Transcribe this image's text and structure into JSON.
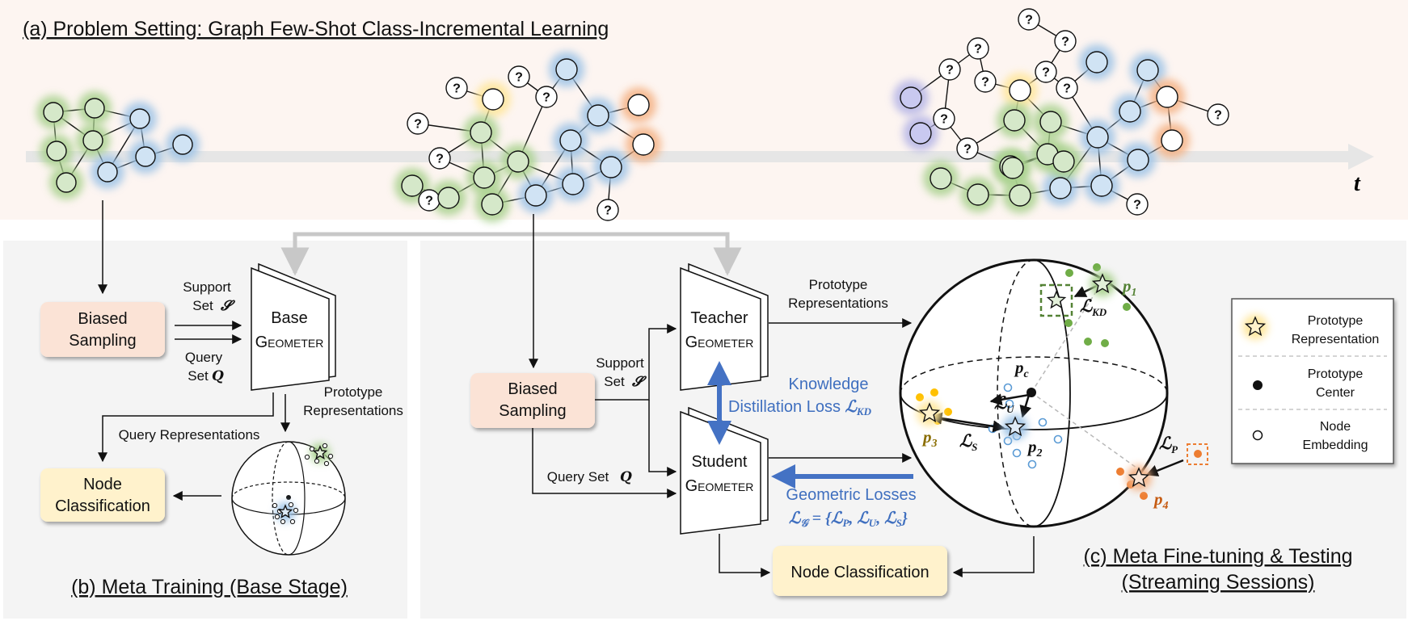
{
  "titles": {
    "a": "(a) Problem Setting: Graph Few-Shot Class-Incremental Learning",
    "b": "(b) Meta Training (Base Stage)",
    "c1": "(c) Meta Fine-tuning & Testing",
    "c2": "(Streaming Sessions)"
  },
  "time_axis": "t",
  "unknown_mark": "?",
  "left": {
    "biased1": "Biased",
    "biased2": "Sampling",
    "support1": "Support",
    "support2": "Set",
    "support_sym": "𝓢",
    "query1": "Query",
    "query2": "Set",
    "query_sym": "𝑸",
    "base_geo1": "Base",
    "base_geo2": "Geometer",
    "proto1": "Prototype",
    "proto2": "Representations",
    "query_reps": "Query Representations",
    "node_cls1": "Node",
    "node_cls2": "Classification"
  },
  "right": {
    "biased1": "Biased",
    "biased2": "Sampling",
    "support1": "Support",
    "support2": "Set",
    "support_sym": "𝓢",
    "query_set": "Query Set",
    "query_sym": "𝑸",
    "teacher1": "Teacher",
    "teacher2": "Geometer",
    "student1": "Student",
    "student2": "Geometer",
    "proto1": "Prototype",
    "proto2": "Representations",
    "kd1": "Knowledge",
    "kd2": "Distillation Loss",
    "kd_sym": "ℒ",
    "kd_sub": "KD",
    "geo1": "Geometric Losses",
    "geo2": "ℒ",
    "geo2_sub": "𝒢",
    "geo2_rest": " = {ℒ",
    "geo_sub_p": "P",
    "geo_comma1": ", ℒ",
    "geo_sub_u": "U",
    "geo_comma2": ", ℒ",
    "geo_sub_s": "S",
    "geo_close": "}",
    "node_cls": "Node Classification"
  },
  "sphere_labels": {
    "p1": "p",
    "p1_sub": "1",
    "p2": "p",
    "p2_sub": "2",
    "p3": "p",
    "p3_sub": "3",
    "p4": "p",
    "p4_sub": "4",
    "pc": "p",
    "pc_sub": "c",
    "lkd": "ℒ",
    "lkd_sub": "KD",
    "lu": "ℒ",
    "lu_sub": "U",
    "ls": "ℒ",
    "ls_sub": "S",
    "lp": "ℒ",
    "lp_sub": "P"
  },
  "legend": {
    "proto1": "Prototype",
    "proto2": "Representation",
    "center1": "Prototype",
    "center2": "Center",
    "node1": "Node",
    "node2": "Embedding"
  },
  "colors": {
    "green": "#a9d18e",
    "blue": "#9dc3e6",
    "yellow": "#ffe699",
    "orange": "#f4b183",
    "purple": "#b4b4e6",
    "accent_blue": "#4472c4"
  }
}
